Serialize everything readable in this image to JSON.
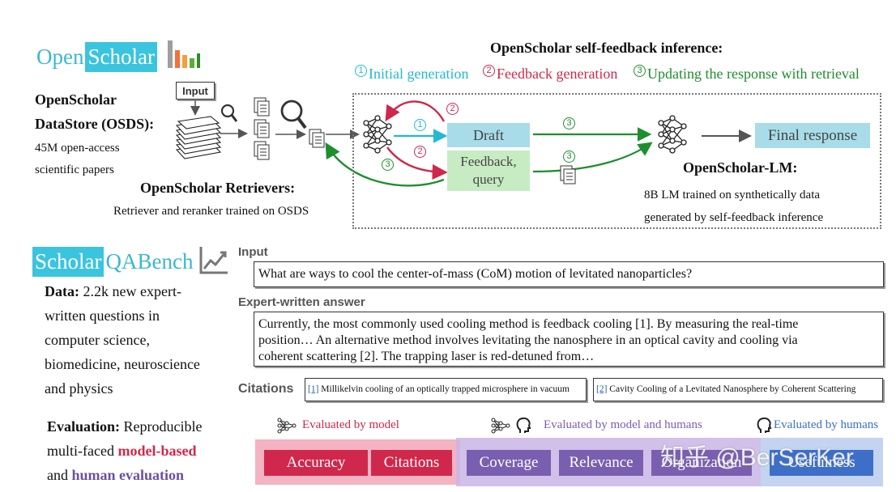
{
  "top": {
    "logo_part1": "Open",
    "logo_part2": "Scholar",
    "inference_title": "OpenScholar self-feedback inference:",
    "step1_num": "1",
    "step1_label": "Initial generation",
    "step2_num": "2",
    "step2_label": "Feedback generation",
    "step3_num": "3",
    "step3_label": "Updating the response with retrieval",
    "datastore_title_line1": "OpenScholar",
    "datastore_title_line2": "DataStore (OSDS):",
    "datastore_desc_line1": "45M open-access",
    "datastore_desc_line2": "scientific papers",
    "input_label": "Input",
    "retrievers_title": "OpenScholar Retrievers:",
    "retrievers_desc": "Retriever and reranker  trained on OSDS",
    "draft_label": "Draft",
    "feedback_line1": "Feedback,",
    "feedback_line2": "query",
    "final_response": "Final response",
    "lm_title": "OpenScholar-LM:",
    "lm_desc_line1": "8B LM trained on synthetically data",
    "lm_desc_line2": "generated by self-feedback inference",
    "edge_markers": [
      "1",
      "2",
      "2",
      "3",
      "3",
      "3"
    ]
  },
  "bench": {
    "logo_part1": "Scholar",
    "logo_part2": "QABench",
    "data_bold": "Data:",
    "data_lines": [
      "2.2k new expert-",
      "written questions in",
      "computer science,",
      "biomedicine, neuroscience",
      "and physics"
    ],
    "eval_bold": "Evaluation:",
    "eval_rest": " Reproducible",
    "eval_line2_prefix": "multi-faced ",
    "eval_model": "model-based",
    "eval_line3_prefix": "and ",
    "eval_human": "human evaluation",
    "input_section": "Input",
    "input_text": "What are ways to cool the center-of-mass (CoM) motion of levitated nanoparticles?",
    "answer_section": "Expert-written answer",
    "answer_lines": [
      "Currently, the most commonly used cooling method is feedback cooling [1]. By measuring the real-time",
      "position… An alternative method involves levitating the nanosphere in an optical cavity and cooling via",
      "coherent scattering [2]. The trapping laser is red-detuned from…"
    ],
    "citations_section": "Citations",
    "citation1_ref": "[1]",
    "citation1_text": " Millikelvin cooling of an optically trapped microsphere in vacuum",
    "citation2_ref": "[2]",
    "citation2_text": " Cavity Cooling of a Levitated Nanosphere by Coherent Scattering",
    "legend_model": "Evaluated by model",
    "legend_both": "Evaluated by model and humans",
    "legend_humans": "Evaluated by humans",
    "metrics": {
      "accuracy": "Accuracy",
      "citations": "Citations",
      "coverage": "Coverage",
      "relevance": "Relevance",
      "organization": "Organization",
      "usefulness": "Usefulness"
    },
    "watermark": "知乎 @BerSerKer"
  },
  "colors": {
    "teal": "#3bc4dd",
    "crimson": "#d0284c",
    "green": "#1e8e2e",
    "purple": "#7a5fb0",
    "usefulness_blue": "#3d6fc9"
  },
  "icons": [
    "bar-chart-icon",
    "line-chart-icon",
    "magnifier-icon",
    "document-stack-icon",
    "neural-network-icon",
    "human-head-icon"
  ]
}
